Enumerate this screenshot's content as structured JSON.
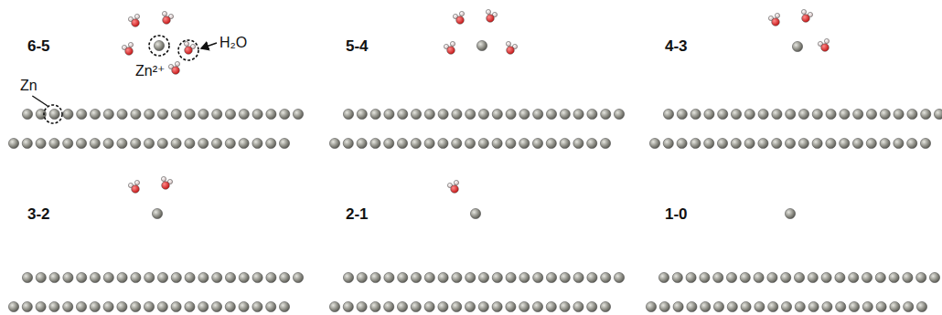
{
  "diagram": {
    "labels": [
      "6-5",
      "5-4",
      "4-3",
      "3-2",
      "2-1",
      "1-0",
      "Zn",
      "Zn²⁺",
      "H₂O"
    ]
  }
}
